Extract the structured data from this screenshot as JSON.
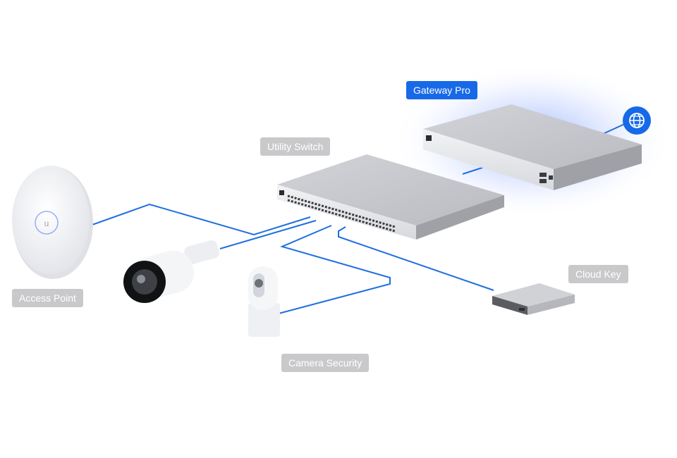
{
  "diagram": {
    "nodes": {
      "gateway": {
        "label": "Gateway Pro",
        "highlighted": true
      },
      "switch": {
        "label": "Utility Switch"
      },
      "access_point": {
        "label": "Access Point"
      },
      "cloud_key": {
        "label": "Cloud Key"
      },
      "camera_security": {
        "label": "Camera Security"
      }
    },
    "internet_icon": "globe-icon",
    "colors": {
      "link": "#1f6fe0",
      "accent": "#1769e8",
      "label_bg": "#c9c9cb",
      "label_text": "#ffffff",
      "device_light": "#dcdde0",
      "device_dark": "#a6a8ad"
    }
  }
}
